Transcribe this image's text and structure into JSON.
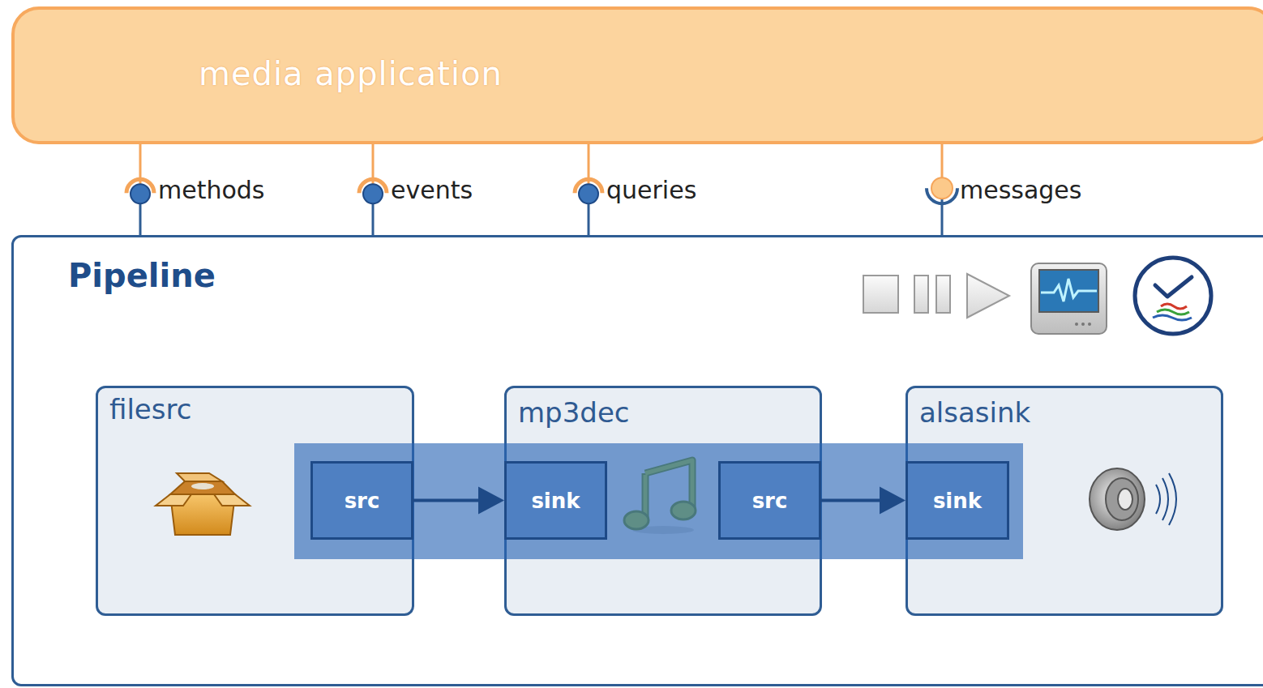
{
  "diagram": {
    "nodes": [
      {
        "text": [
          "media application"
        ]
      },
      {
        "text": [
          "Pipeline"
        ]
      },
      {
        "text": [
          "filesrc"
        ],
        "in": 1
      },
      {
        "text": [
          "src"
        ],
        "in": 2
      },
      {
        "text": [
          "mp3dec"
        ],
        "in": 1
      },
      {
        "text": [
          "sink"
        ],
        "in": 4
      },
      {
        "text": [
          "src"
        ],
        "in": 4
      },
      {
        "text": [
          "alsasink"
        ],
        "in": 1
      },
      {
        "text": [
          "sink"
        ],
        "in": 7
      }
    ],
    "edges": [
      {
        "from": 0,
        "to": 1,
        "label": "methods",
        "arrow": "none"
      },
      {
        "from": 0,
        "to": 1,
        "label": "events",
        "arrow": "none"
      },
      {
        "from": 0,
        "to": 1,
        "label": "queries",
        "arrow": "none"
      },
      {
        "from": 0,
        "to": 1,
        "label": "messages",
        "arrow": "none"
      },
      {
        "from": 3,
        "to": 5,
        "arrow": "to"
      },
      {
        "from": 6,
        "to": 8,
        "arrow": "to"
      }
    ]
  }
}
